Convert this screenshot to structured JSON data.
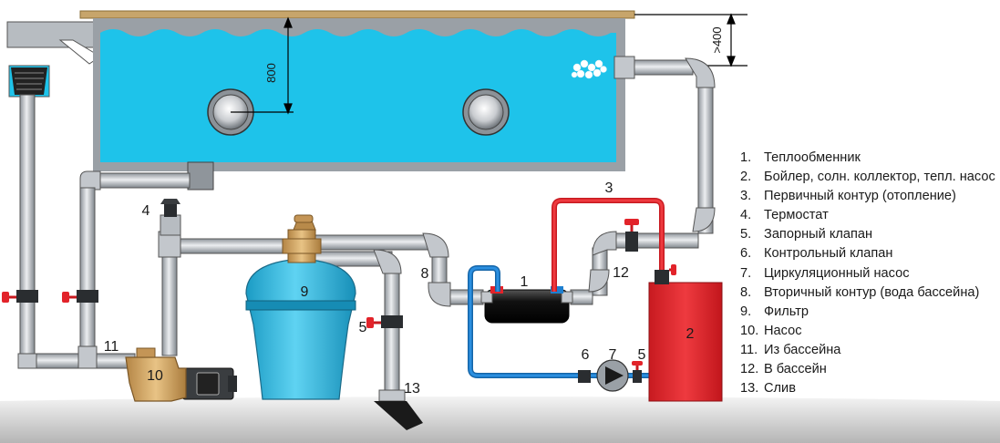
{
  "dimensions": {
    "depth": "800",
    "height": ">400"
  },
  "callouts": {
    "n1": "1",
    "n2": "2",
    "n3": "3",
    "n4": "4",
    "n5a": "5",
    "n5b": "5",
    "n6": "6",
    "n7": "7",
    "n8": "8",
    "n9": "9",
    "n10": "10",
    "n11": "11",
    "n12": "12",
    "n13": "13"
  },
  "legend": [
    {
      "num": "1.",
      "label": "Теплообменник"
    },
    {
      "num": "2.",
      "label": "Бойлер, солн. коллектор, тепл. насос"
    },
    {
      "num": "3.",
      "label": "Первичный контур (отопление)"
    },
    {
      "num": "4.",
      "label": "Термостат"
    },
    {
      "num": "5.",
      "label": "Запорный клапан"
    },
    {
      "num": "6.",
      "label": "Контрольный клапан"
    },
    {
      "num": "7.",
      "label": "Циркуляционный насос"
    },
    {
      "num": "8.",
      "label": "Вторичный контур (вода бассейна)"
    },
    {
      "num": "9.",
      "label": "Фильтр"
    },
    {
      "num": "10.",
      "label": "Насос"
    },
    {
      "num": "11.",
      "label": "Из бассейна"
    },
    {
      "num": "12.",
      "label": "В бассейн"
    },
    {
      "num": "13.",
      "label": "Слив"
    }
  ],
  "colors": {
    "water": "#1ec3ea",
    "pipe_gray": "#c3c7cc",
    "primary_circuit": "#e2232a",
    "secondary_circuit": "#1e7fd0",
    "boiler": "#e2232a",
    "filter": "#3bbde0",
    "pump_body": "#d2a45f"
  }
}
